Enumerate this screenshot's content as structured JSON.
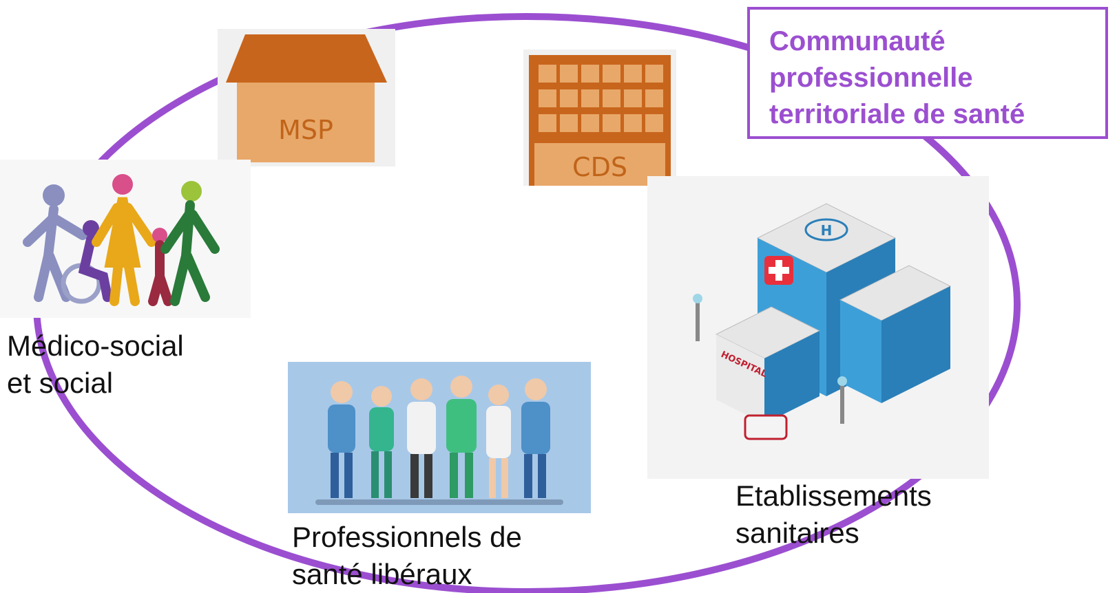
{
  "colors": {
    "ring": "#9b4fd0",
    "orange_dark": "#c8651c",
    "orange_light": "#e8a86a",
    "caregivers_bg": "#a8c8e8",
    "hospital_blue": "#3d9fd8"
  },
  "title": {
    "text": "Communauté\nprofessionnelle\nterritoriale de santé"
  },
  "msp": {
    "label": "MSP"
  },
  "cds": {
    "label": "CDS"
  },
  "hospital": {
    "sign": "HOSPITAL",
    "heliport": "H"
  },
  "labels": {
    "medico_social": "Médico-social\net social",
    "professionnels": "Professionnels de\nsanté libéraux",
    "etablissements": "Etablissements\nsanitaires"
  },
  "icons": [
    "family-icon",
    "house-icon",
    "building-icon",
    "caregivers-icon",
    "hospital-icon"
  ]
}
